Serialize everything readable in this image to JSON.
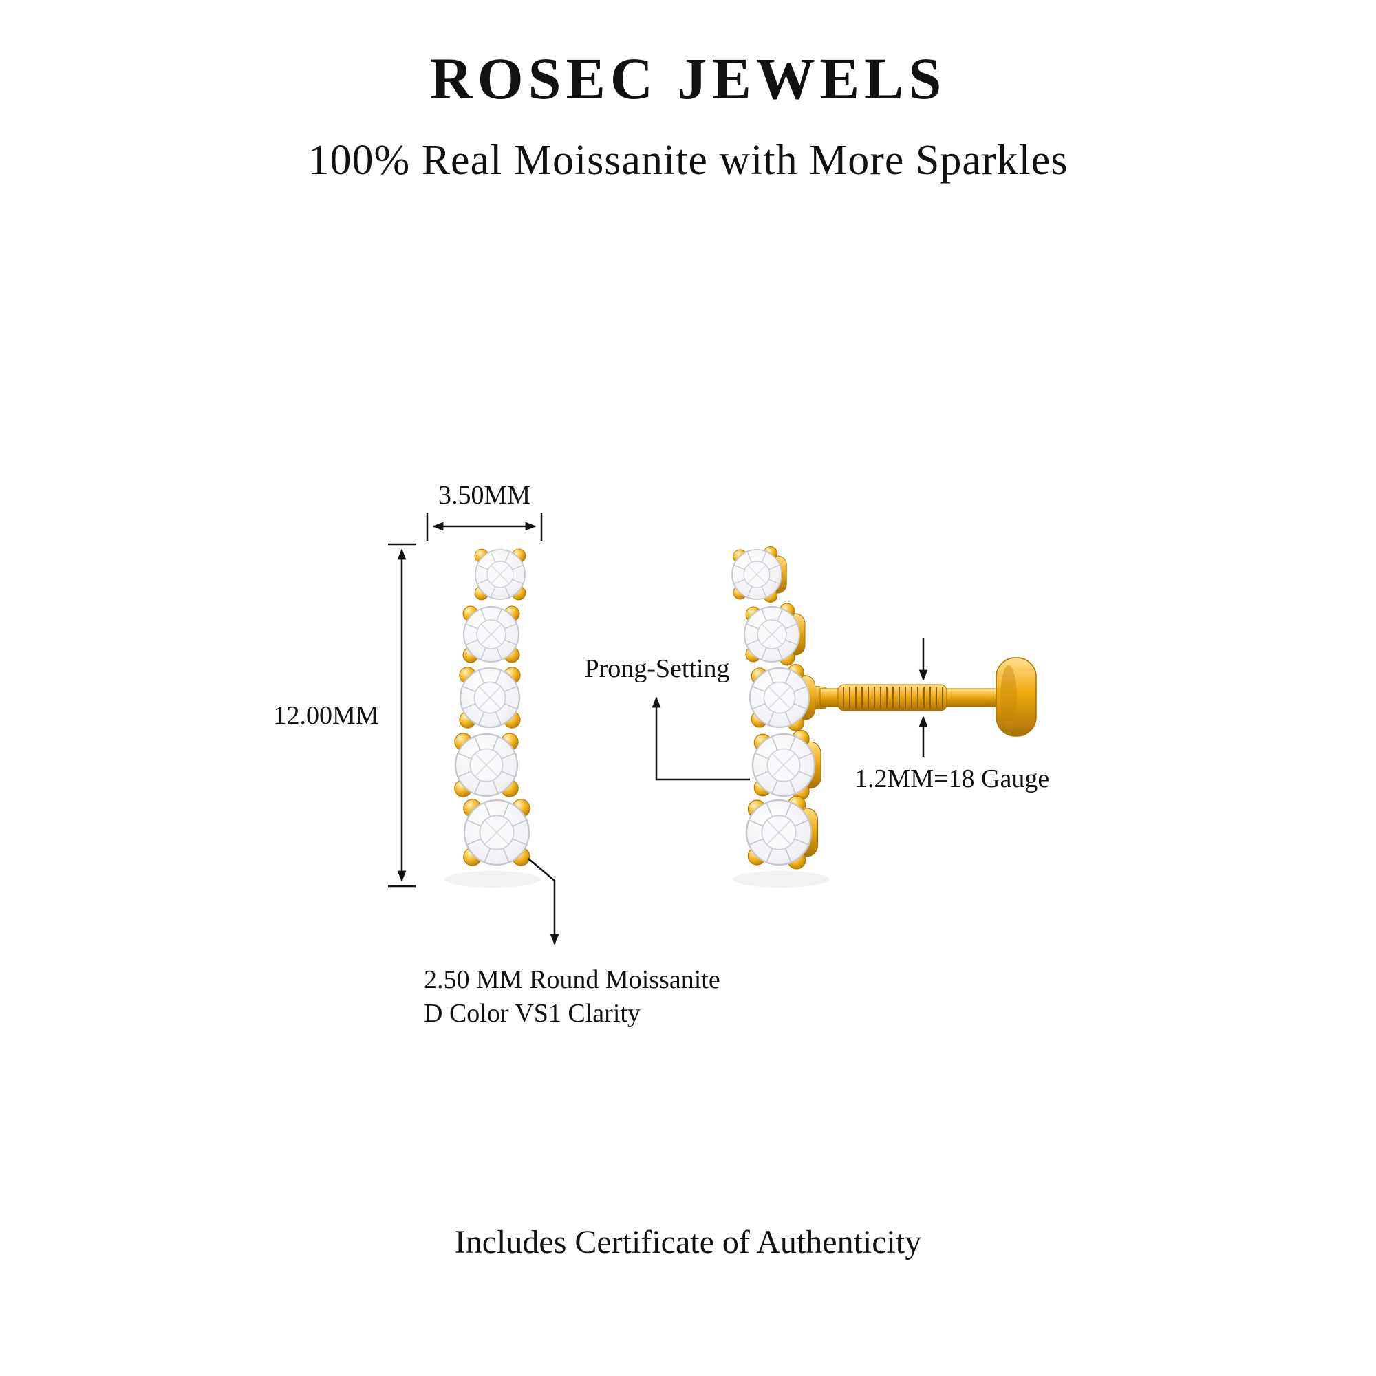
{
  "header": {
    "brand": "ROSEC JEWELS",
    "tagline": "100% Real Moissanite with More Sparkles"
  },
  "diagram": {
    "width_label": "3.50MM",
    "height_label": "12.00MM",
    "prong_label": "Prong-Setting",
    "gauge_label": "1.2MM=18 Gauge",
    "stone_label_line1": "2.50 MM Round Moissanite",
    "stone_label_line2": "D Color VS1 Clarity",
    "stone_count": 5
  },
  "footer": {
    "note": "Includes Certificate of Authenticity"
  },
  "colors": {
    "gold": "#EFA90F",
    "gold_dark": "#A87205",
    "gold_light": "#FFDF8C",
    "stone_fill": "#F3F3F6",
    "stone_edge": "#C6C6CE",
    "ink": "#111111",
    "background": "#FFFFFF"
  }
}
